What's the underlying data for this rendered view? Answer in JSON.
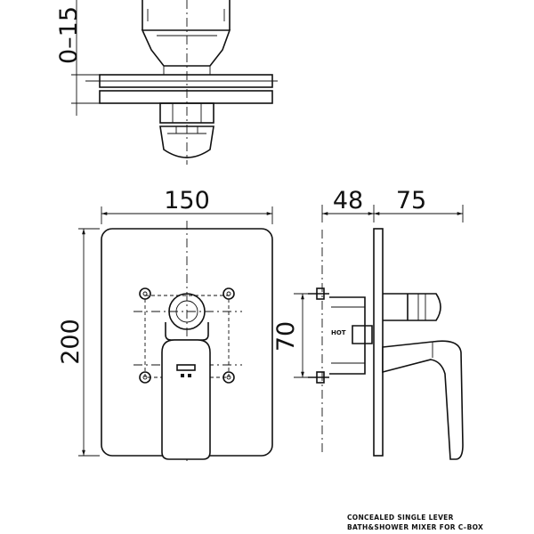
{
  "dimensions": {
    "top_depth": "0–15",
    "width": "150",
    "height": "200",
    "side_plate": "48",
    "side_lever": "75",
    "side_spacing": "70"
  },
  "labels": {
    "hot": "HOT"
  },
  "caption": {
    "line1": "CONCEALED SINGLE LEVER",
    "line2": "BATH&SHOWER MIXER FOR C–BOX"
  }
}
